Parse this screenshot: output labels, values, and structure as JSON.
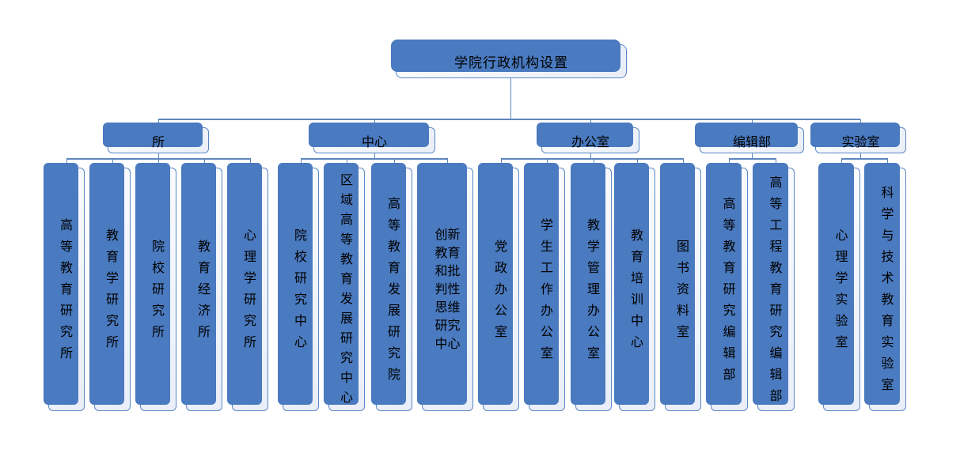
{
  "title": "学院行政机构设置",
  "groups": [
    {
      "label": "所",
      "children": [
        "高等教育研究所",
        "教育学研究所",
        "院校研究所",
        "教育经济所",
        "心理学研究所"
      ]
    },
    {
      "label": "中心",
      "children": [
        "院校研究中心",
        "区域高等教育发展研究中心",
        "高等教育发展研究院",
        "创新教育和批判性思维研究中心"
      ]
    },
    {
      "label": "办公室",
      "children": [
        "党政办公室",
        "学生工作办公室",
        "教学管理办公室",
        "教育培训中心",
        "图书资料室"
      ]
    },
    {
      "label": "编辑部",
      "children": [
        "高等教育研究编辑部",
        "高等工程教育研究编辑部"
      ]
    },
    {
      "label": "实验室",
      "children": [
        "心理学实验室",
        "科学与技术教育实验室"
      ]
    }
  ],
  "colors": {
    "accent_blue": "#4a7abf",
    "box_fill_light": "#e9eef8",
    "box_border": "#5b87c5",
    "connector_line": "#5d85c0",
    "text": "#000000"
  }
}
